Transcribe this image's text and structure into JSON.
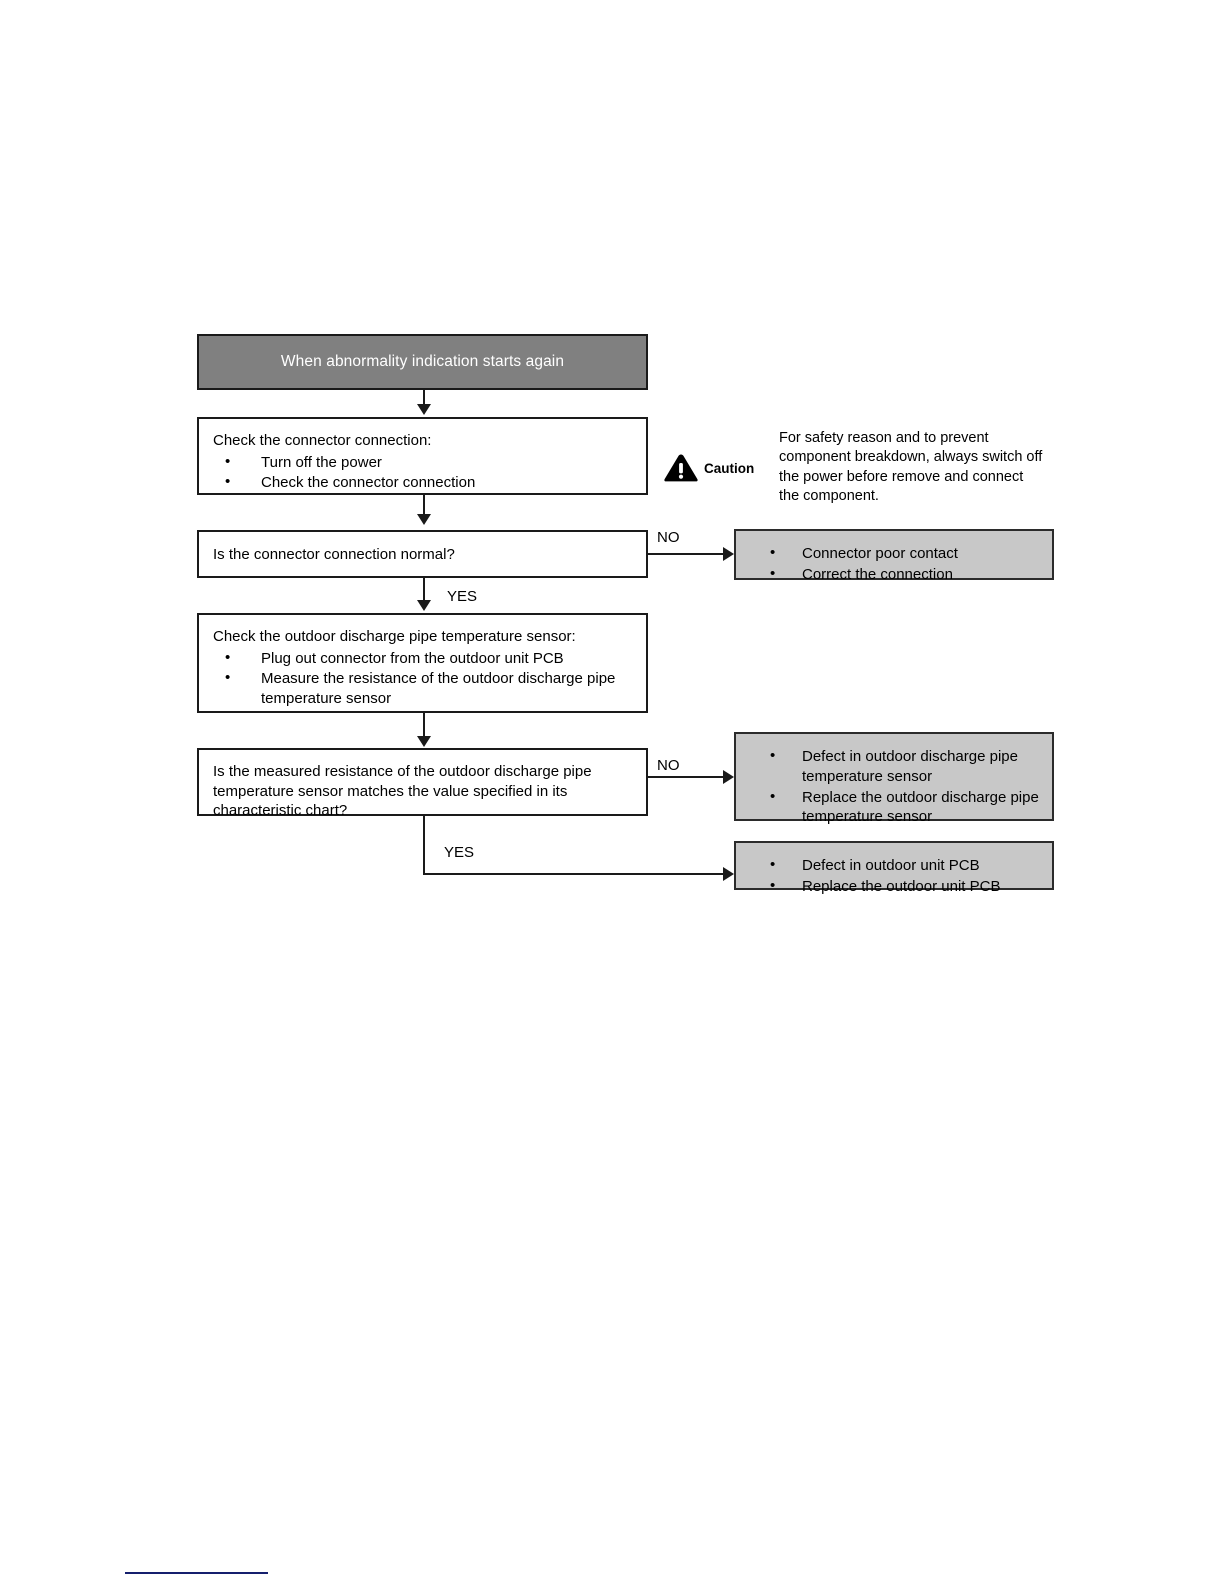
{
  "flowchart": {
    "title": "When abnormality indication starts again",
    "header": {
      "label": "When abnormality indication starts again"
    },
    "step_check_connector": {
      "title": "Check the connector connection:",
      "bullets": [
        "Turn off the power",
        "Check the connector connection"
      ]
    },
    "decision_connector": {
      "question": "Is the connector connection normal?",
      "no_label": "NO",
      "yes_label": "YES"
    },
    "result_connector_no": {
      "bullets": [
        "Connector poor contact",
        "Correct the connection"
      ]
    },
    "step_check_sensor": {
      "title": "Check the outdoor discharge pipe temperature sensor:",
      "bullets": [
        "Plug out connector from the outdoor unit PCB",
        "Measure the resistance of the outdoor discharge pipe temperature sensor"
      ]
    },
    "decision_resistance": {
      "question": "Is the measured resistance of the outdoor discharge pipe temperature sensor matches the value specified in its characteristic chart?",
      "no_label": "NO",
      "yes_label": "YES"
    },
    "result_sensor_no": {
      "bullets": [
        "Defect in outdoor discharge pipe temperature sensor",
        "Replace the outdoor discharge pipe temperature sensor"
      ]
    },
    "result_pcb_yes": {
      "bullets": [
        "Defect in outdoor unit PCB",
        "Replace the outdoor unit PCB"
      ]
    }
  },
  "caution": {
    "icon": "warning-triangle-icon",
    "label": "Caution",
    "text": "For safety reason and to prevent component breakdown, always switch off the power before remove and connect the component."
  },
  "colors": {
    "header_fill": "#808080",
    "result_fill": "#c8c8c8",
    "box_border": "#1a1a1a",
    "footer_rule": "#151f6d",
    "text": "#000000",
    "header_text": "#ffffff"
  }
}
